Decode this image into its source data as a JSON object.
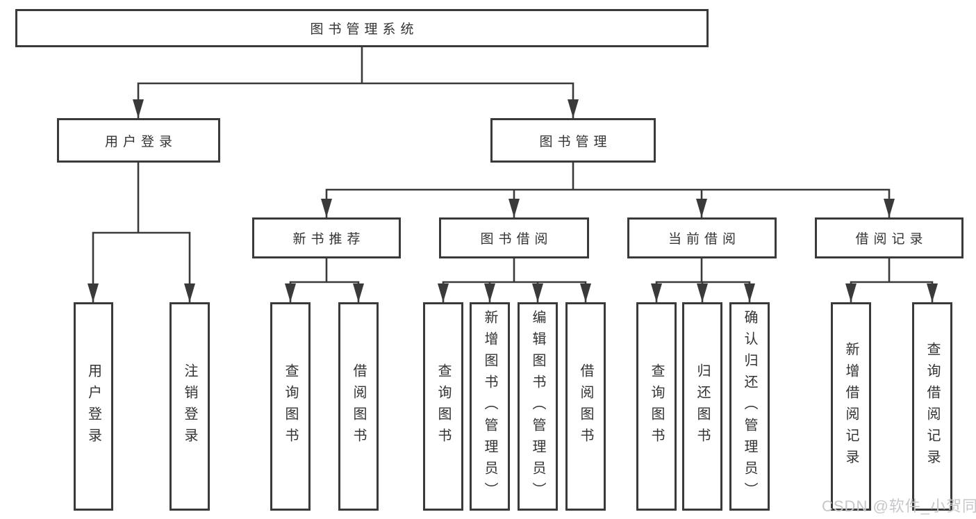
{
  "diagram": {
    "title": "图书管理系统",
    "branches": [
      {
        "label": "用户登录",
        "children": [
          {
            "label": "用户登录"
          },
          {
            "label": "注销登录"
          }
        ]
      },
      {
        "label": "图书管理",
        "children": [
          {
            "label": "新书推荐",
            "children": [
              {
                "label": "查询图书"
              },
              {
                "label": "借阅图书"
              }
            ]
          },
          {
            "label": "图书借阅",
            "children": [
              {
                "label": "查询图书"
              },
              {
                "label": "新增图书（管理员）"
              },
              {
                "label": "编辑图书（管理员）"
              },
              {
                "label": "借阅图书"
              }
            ]
          },
          {
            "label": "当前借阅",
            "children": [
              {
                "label": "查询图书"
              },
              {
                "label": "归还图书"
              },
              {
                "label": "确认归还（管理员）"
              }
            ]
          },
          {
            "label": "借阅记录",
            "children": [
              {
                "label": "新增借阅记录"
              },
              {
                "label": "查询借阅记录"
              }
            ]
          }
        ]
      }
    ]
  },
  "watermark": {
    "text": "CSDN @软件_小贺同学"
  },
  "colors": {
    "line": "#3a3a3a",
    "text": "#333333",
    "watermark": "#c7c7cb",
    "background": "#ffffff"
  }
}
